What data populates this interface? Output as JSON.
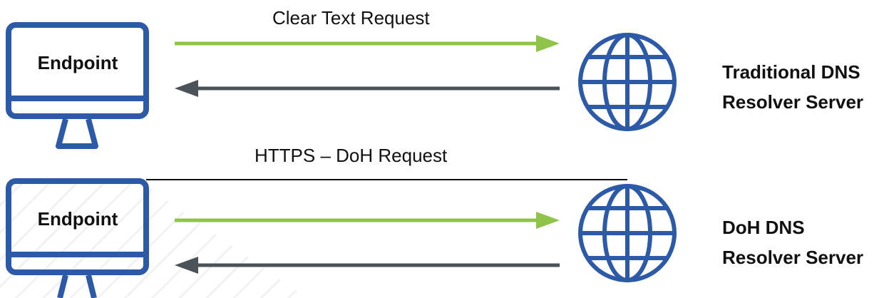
{
  "top_row": {
    "endpoint_label": "Endpoint",
    "request_label": "Clear Text Request",
    "server_label_line1": "Traditional DNS",
    "server_label_line2": "Resolver Server"
  },
  "bottom_row": {
    "endpoint_label": "Endpoint",
    "request_label": "HTTPS – DoH Request",
    "server_label_line1": "DoH DNS",
    "server_label_line2": "Resolver Server"
  },
  "colors": {
    "device_blue": "#2c5aa6",
    "request_arrow_green": "#8fc34a",
    "response_arrow_gray": "#4b5258",
    "tunnel_line": "#111111"
  },
  "icons": {
    "endpoint": "monitor-icon",
    "server": "globe-icon"
  }
}
